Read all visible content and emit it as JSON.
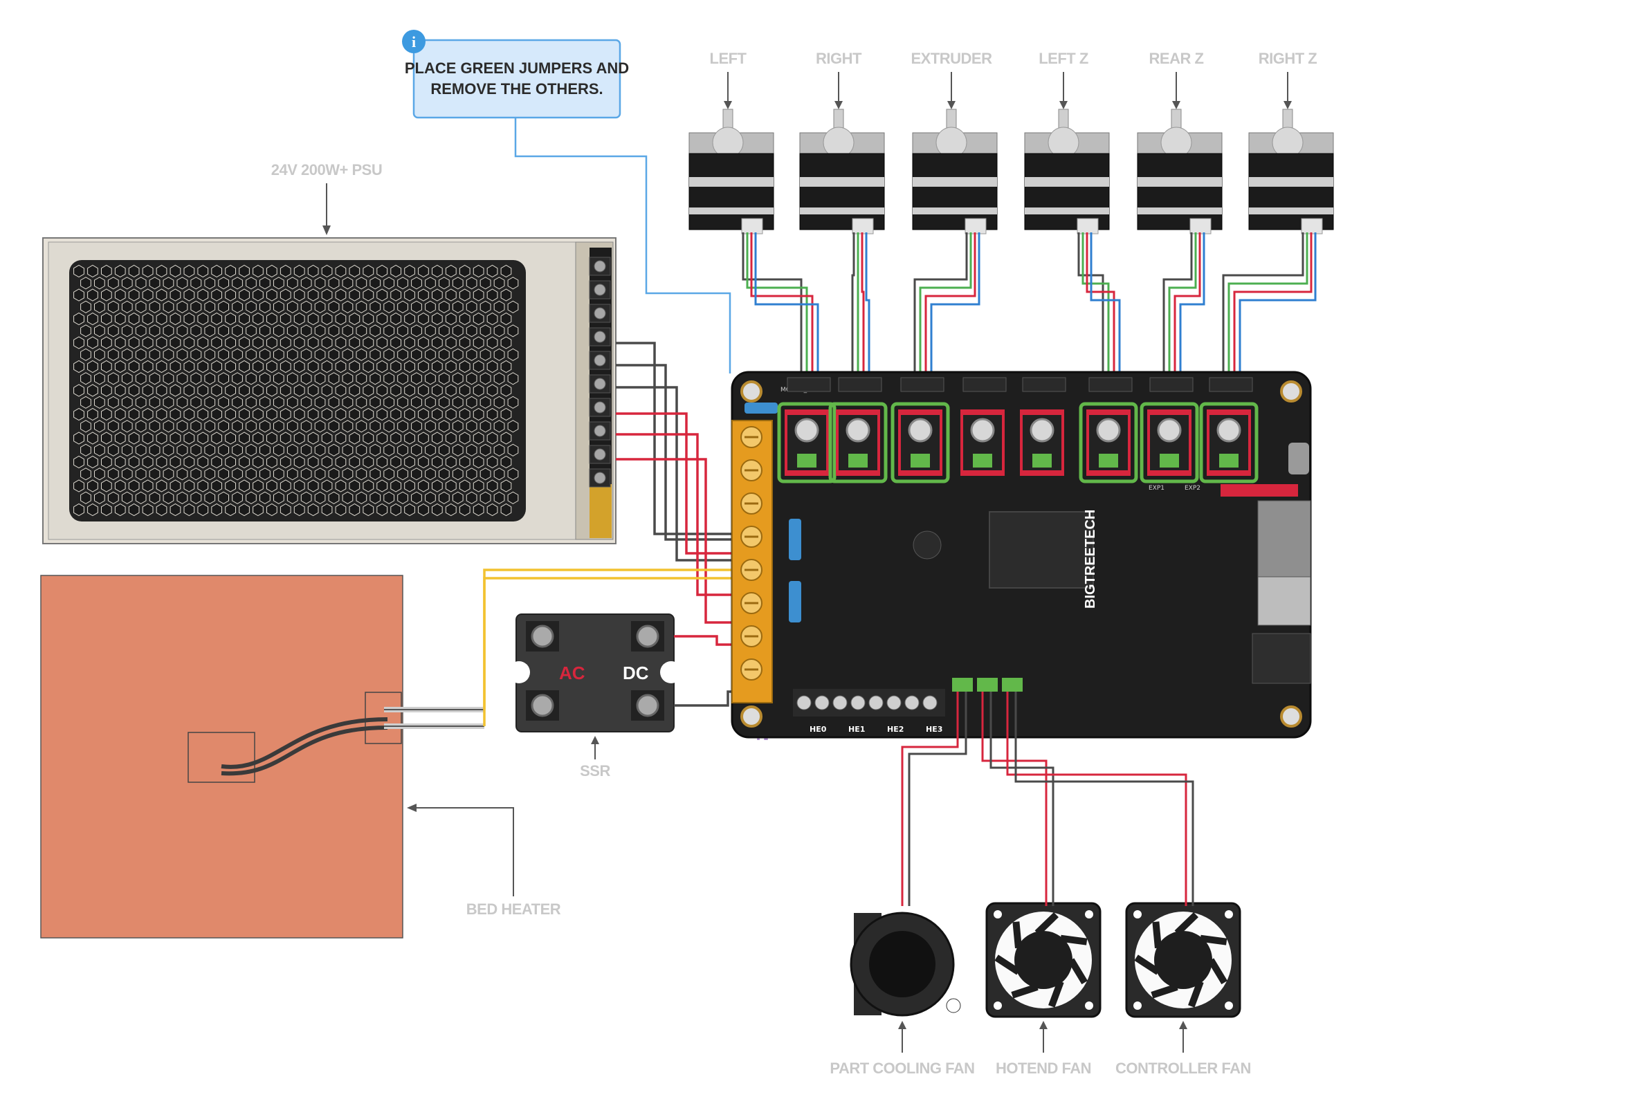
{
  "note": {
    "line1": "PLACE GREEN JUMPERS AND",
    "line2": "REMOVE THE OTHERS.",
    "icon": "info-icon"
  },
  "motors": [
    "LEFT",
    "RIGHT",
    "EXTRUDER",
    "LEFT Z",
    "REAR Z",
    "RIGHT Z"
  ],
  "psu_label": "24V 200W+ PSU",
  "bed_label": "BED HEATER",
  "ssr": {
    "label": "SSR",
    "ac": "AC",
    "dc": "DC"
  },
  "fans": [
    "PART COOLING FAN",
    "HOTEND FAN",
    "CONTROLLER FAN"
  ],
  "board": {
    "brand": "BIGTREETECH",
    "motor_power": "MOTOR_POWER",
    "heaters": [
      "HE0",
      "HE1",
      "HE2",
      "HE3"
    ],
    "exp": [
      "EXP1",
      "EXP2"
    ]
  },
  "colors": {
    "wire_red": "#d7263d",
    "wire_black": "#4a4a4a",
    "wire_yellow": "#f2c230",
    "wire_purple": "#a78bc7",
    "wire_blue": "#2f7fd0",
    "wire_green": "#4caf50",
    "note_bg": "#d6e9fb",
    "note_border": "#5aa7e6",
    "bed": "#e0896b",
    "jumper_green": "#62b84a"
  }
}
